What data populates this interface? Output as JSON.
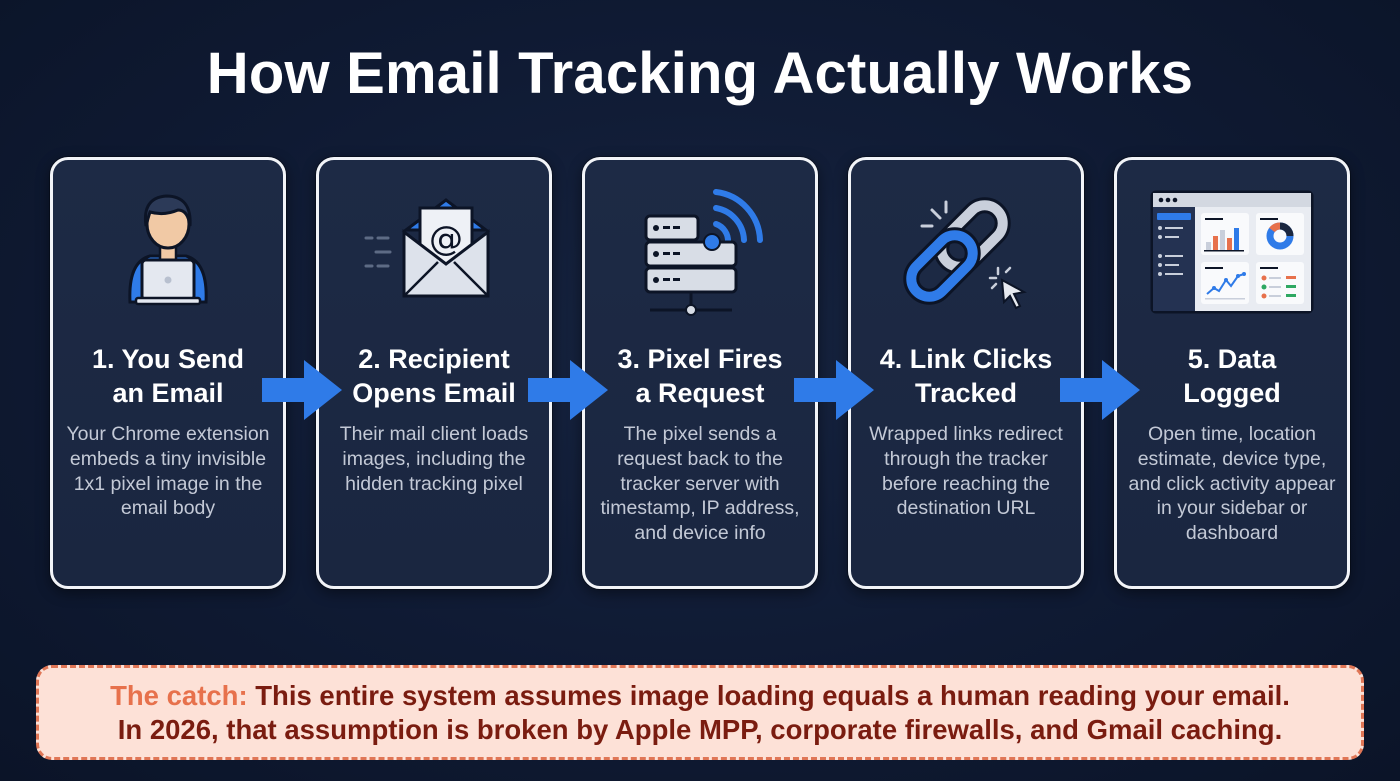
{
  "title": "How Email Tracking Actually Works",
  "steps": [
    {
      "icon": "person-laptop-icon",
      "heading_line1": "1. You Send",
      "heading_line2": "an Email",
      "description": "Your Chrome extension embeds a tiny invisible 1x1 pixel image in the email body"
    },
    {
      "icon": "open-envelope-at-icon",
      "heading_line1": "2. Recipient",
      "heading_line2": "Opens Email",
      "description": "Their mail client loads images, including the hidden tracking pixel"
    },
    {
      "icon": "server-signal-icon",
      "heading_line1": "3. Pixel Fires",
      "heading_line2": "a Request",
      "description": "The pixel sends a request back to the tracker server with timestamp, IP address, and device info"
    },
    {
      "icon": "link-click-icon",
      "heading_line1": "4. Link Clicks",
      "heading_line2": "Tracked",
      "description": "Wrapped links redirect through the tracker before reaching the destination URL"
    },
    {
      "icon": "dashboard-icon",
      "heading_line1": "5. Data",
      "heading_line2": "Logged",
      "description": "Open time, location estimate, device type, and click activity appear in your sidebar or dashboard"
    }
  ],
  "catch": {
    "label": "The catch:",
    "line1": "This entire system assumes image loading equals a human reading your email.",
    "line2": "In 2026, that assumption is broken by Apple MPP, corporate firewalls, and Gmail caching."
  },
  "colors": {
    "background": "#0f1a33",
    "card": "#1d2a45",
    "accent_blue": "#2f7be8",
    "catch_bg": "#fde1d7",
    "catch_border": "#e07656",
    "catch_label": "#e7714c",
    "catch_text": "#7a1c10"
  }
}
